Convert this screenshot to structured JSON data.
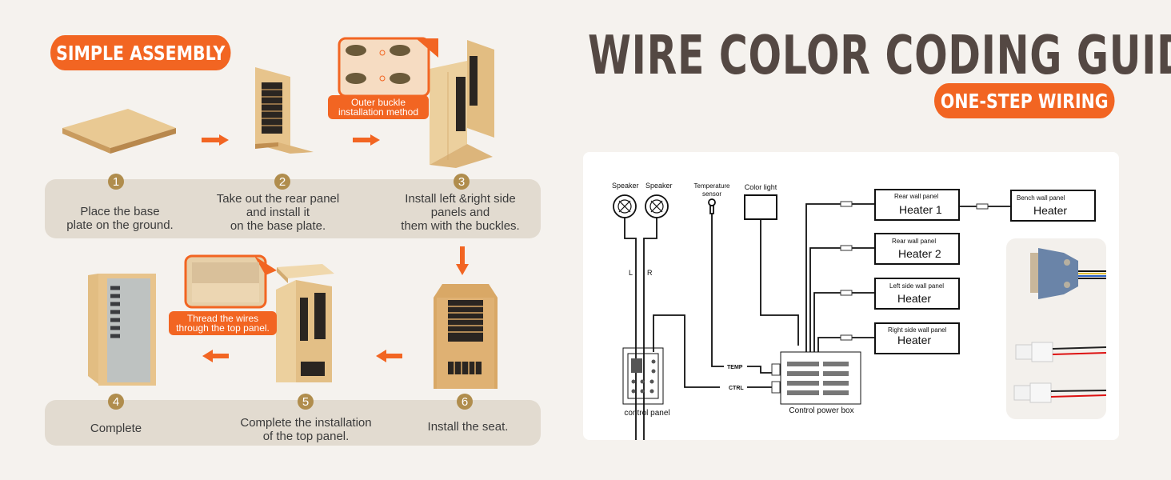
{
  "left": {
    "badge": "SIMPLE ASSEMBLY",
    "steps": [
      {
        "num": "1",
        "text_lines": [
          "Place the base",
          "plate on the ground."
        ]
      },
      {
        "num": "2",
        "text_lines": [
          "Take out the rear panel",
          "and install it",
          "on the base plate."
        ]
      },
      {
        "num": "3",
        "text_lines": [
          "Install left &right side",
          "panels and",
          "them with the buckles."
        ]
      },
      {
        "num": "4",
        "text_lines": [
          "Complete"
        ]
      },
      {
        "num": "5",
        "text_lines": [
          "Complete the installation",
          "of the top panel."
        ]
      },
      {
        "num": "6",
        "text_lines": [
          "Install the seat."
        ]
      }
    ],
    "callouts": {
      "buckle": [
        "Outer buckle",
        "installation method"
      ],
      "thread": [
        "Thread the wires",
        "through the top panel."
      ]
    }
  },
  "right": {
    "title": "WIRE COLOR CODING GUIDE",
    "badge": "ONE-STEP WIRING",
    "diagram": {
      "speaker_left": "Speaker",
      "speaker_right": "Speaker",
      "channel_l": "L",
      "channel_r": "R",
      "temp_sensor_line1": "Temperature",
      "temp_sensor_line2": "sensor",
      "color_light": "Color light",
      "control_panel": "control panel",
      "power_box": "Control power box",
      "temp_tag": "TEMP",
      "ctrl_tag": "CTRL",
      "heaters": [
        {
          "sub": "Rear wall panel",
          "name": "Heater 1"
        },
        {
          "sub": "Rear wall panel",
          "name": "Heater 2"
        },
        {
          "sub": "Left side wall panel",
          "name": "Heater"
        },
        {
          "sub": "Right side wall panel",
          "name": "Heater"
        }
      ],
      "bench_heater": {
        "sub": "Bench wall panel",
        "name": "Heater"
      }
    }
  },
  "colors": {
    "accent": "#f26522",
    "title": "#544843",
    "step_number": "#b08d4d",
    "band": "#e2dbd0",
    "background": "#f5f2ee",
    "wood": "#e3bf86",
    "connector_blue": "#6a84a8"
  }
}
